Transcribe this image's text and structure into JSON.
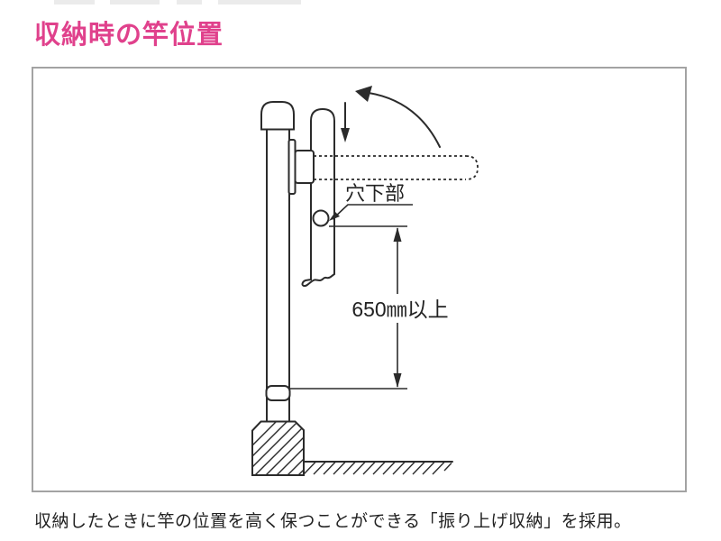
{
  "page": {
    "title": "収納時の竿位置",
    "caption": "収納したときに竿の位置を高く保つことができる「振り上げ収納」を採用。"
  },
  "diagram": {
    "hole_label": "穴下部",
    "dimension_label": "650㎜以上"
  },
  "colors": {
    "title_pink": "#e0418c",
    "line": "#2b2b2b",
    "box_border": "#a3a3a3",
    "text": "#222222"
  }
}
